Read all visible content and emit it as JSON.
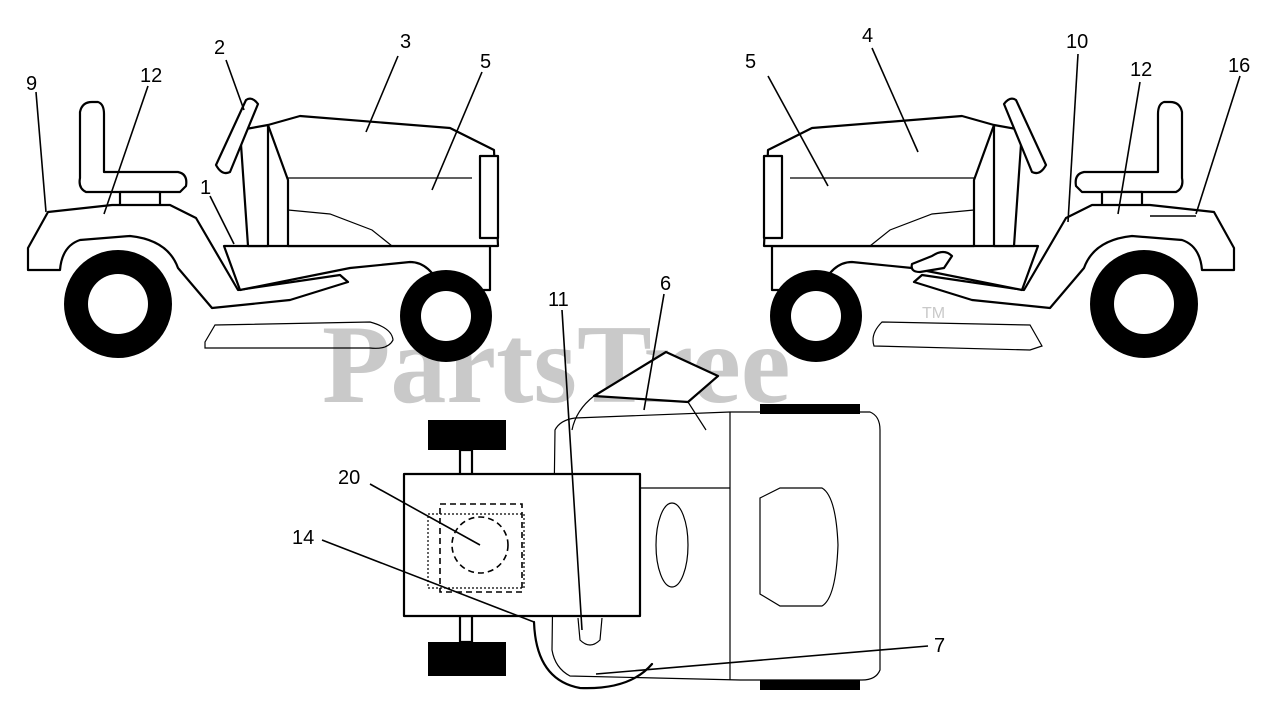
{
  "watermark": {
    "text": "PartsTree",
    "tm": "TM",
    "color": "#c9c9c9"
  },
  "callouts": {
    "c1": "1",
    "c2": "2",
    "c3": "3",
    "c4": "4",
    "c5_left": "5",
    "c5_right": "5",
    "c6": "6",
    "c7": "7",
    "c9": "9",
    "c10": "10",
    "c11": "11",
    "c12_left": "12",
    "c12_right": "12",
    "c14": "14",
    "c16": "16",
    "c20": "20"
  }
}
